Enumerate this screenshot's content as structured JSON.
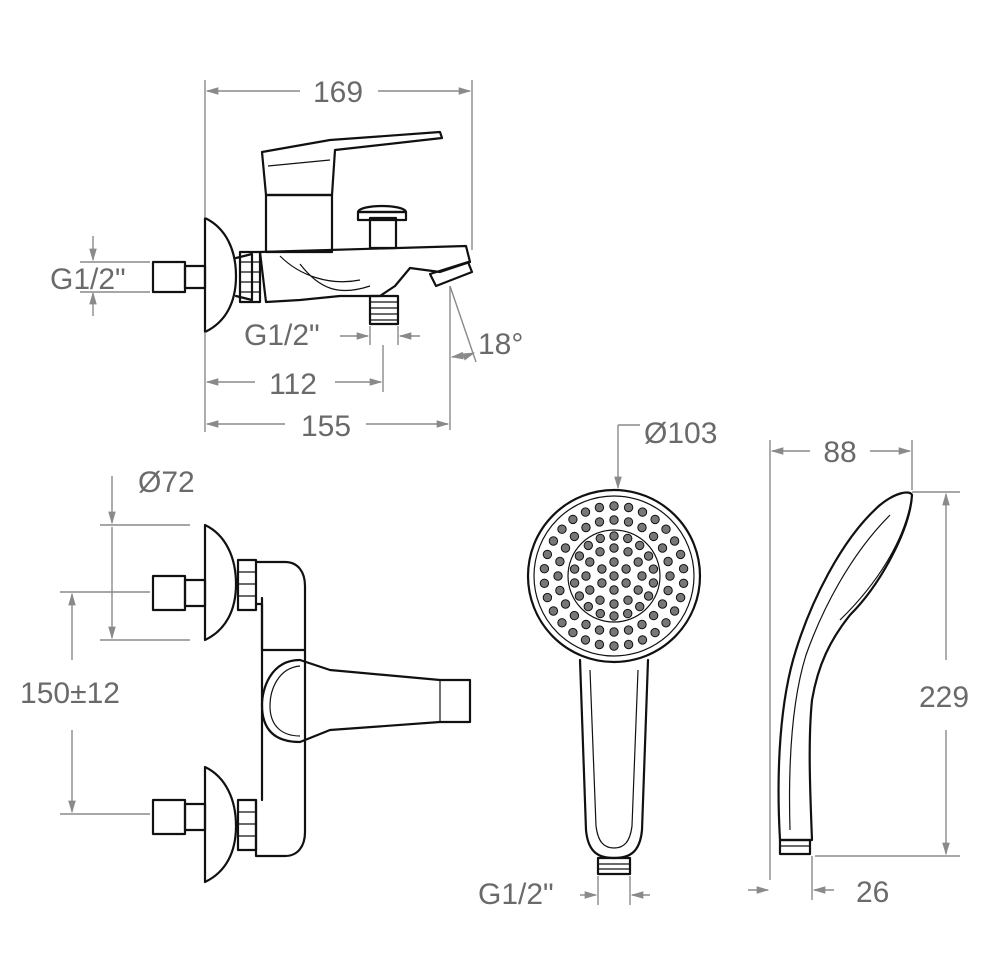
{
  "dimensions": {
    "side_view": {
      "total_width": "169",
      "inlet_thread": "G1/2\"",
      "outlet_thread": "G1/2\"",
      "spout_angle": "18°",
      "wall_to_outlet": "112",
      "wall_to_spout": "155"
    },
    "front_view": {
      "flange_diameter": "Ø72",
      "center_distance": "150±12"
    },
    "hand_shower_front": {
      "head_diameter": "Ø103",
      "connection_thread": "G1/2\""
    },
    "hand_shower_side": {
      "depth": "88",
      "length": "229",
      "base_width": "26"
    }
  }
}
